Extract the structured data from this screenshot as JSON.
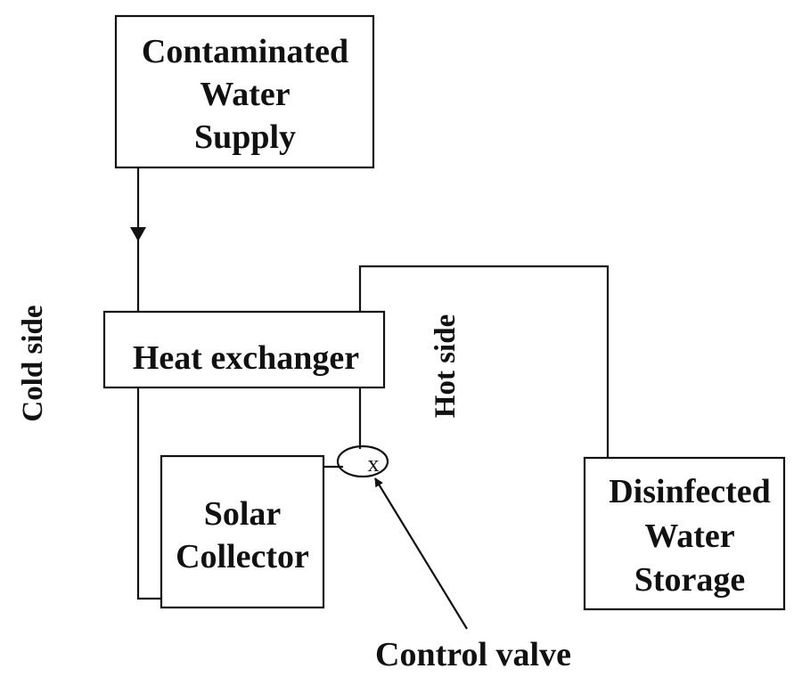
{
  "diagram": {
    "supply_box": {
      "lines": [
        "Contaminated",
        "Water",
        "Supply"
      ]
    },
    "heat_exchanger": {
      "label": "Heat exchanger"
    },
    "solar_collector": {
      "lines": [
        "Solar",
        "Collector"
      ]
    },
    "storage_box": {
      "lines": [
        "Disinfected",
        "Water",
        "Storage"
      ]
    },
    "valve": {
      "symbol": "x",
      "label": "Control valve"
    },
    "cold_side_label": "Cold side",
    "hot_side_label": "Hot side"
  }
}
